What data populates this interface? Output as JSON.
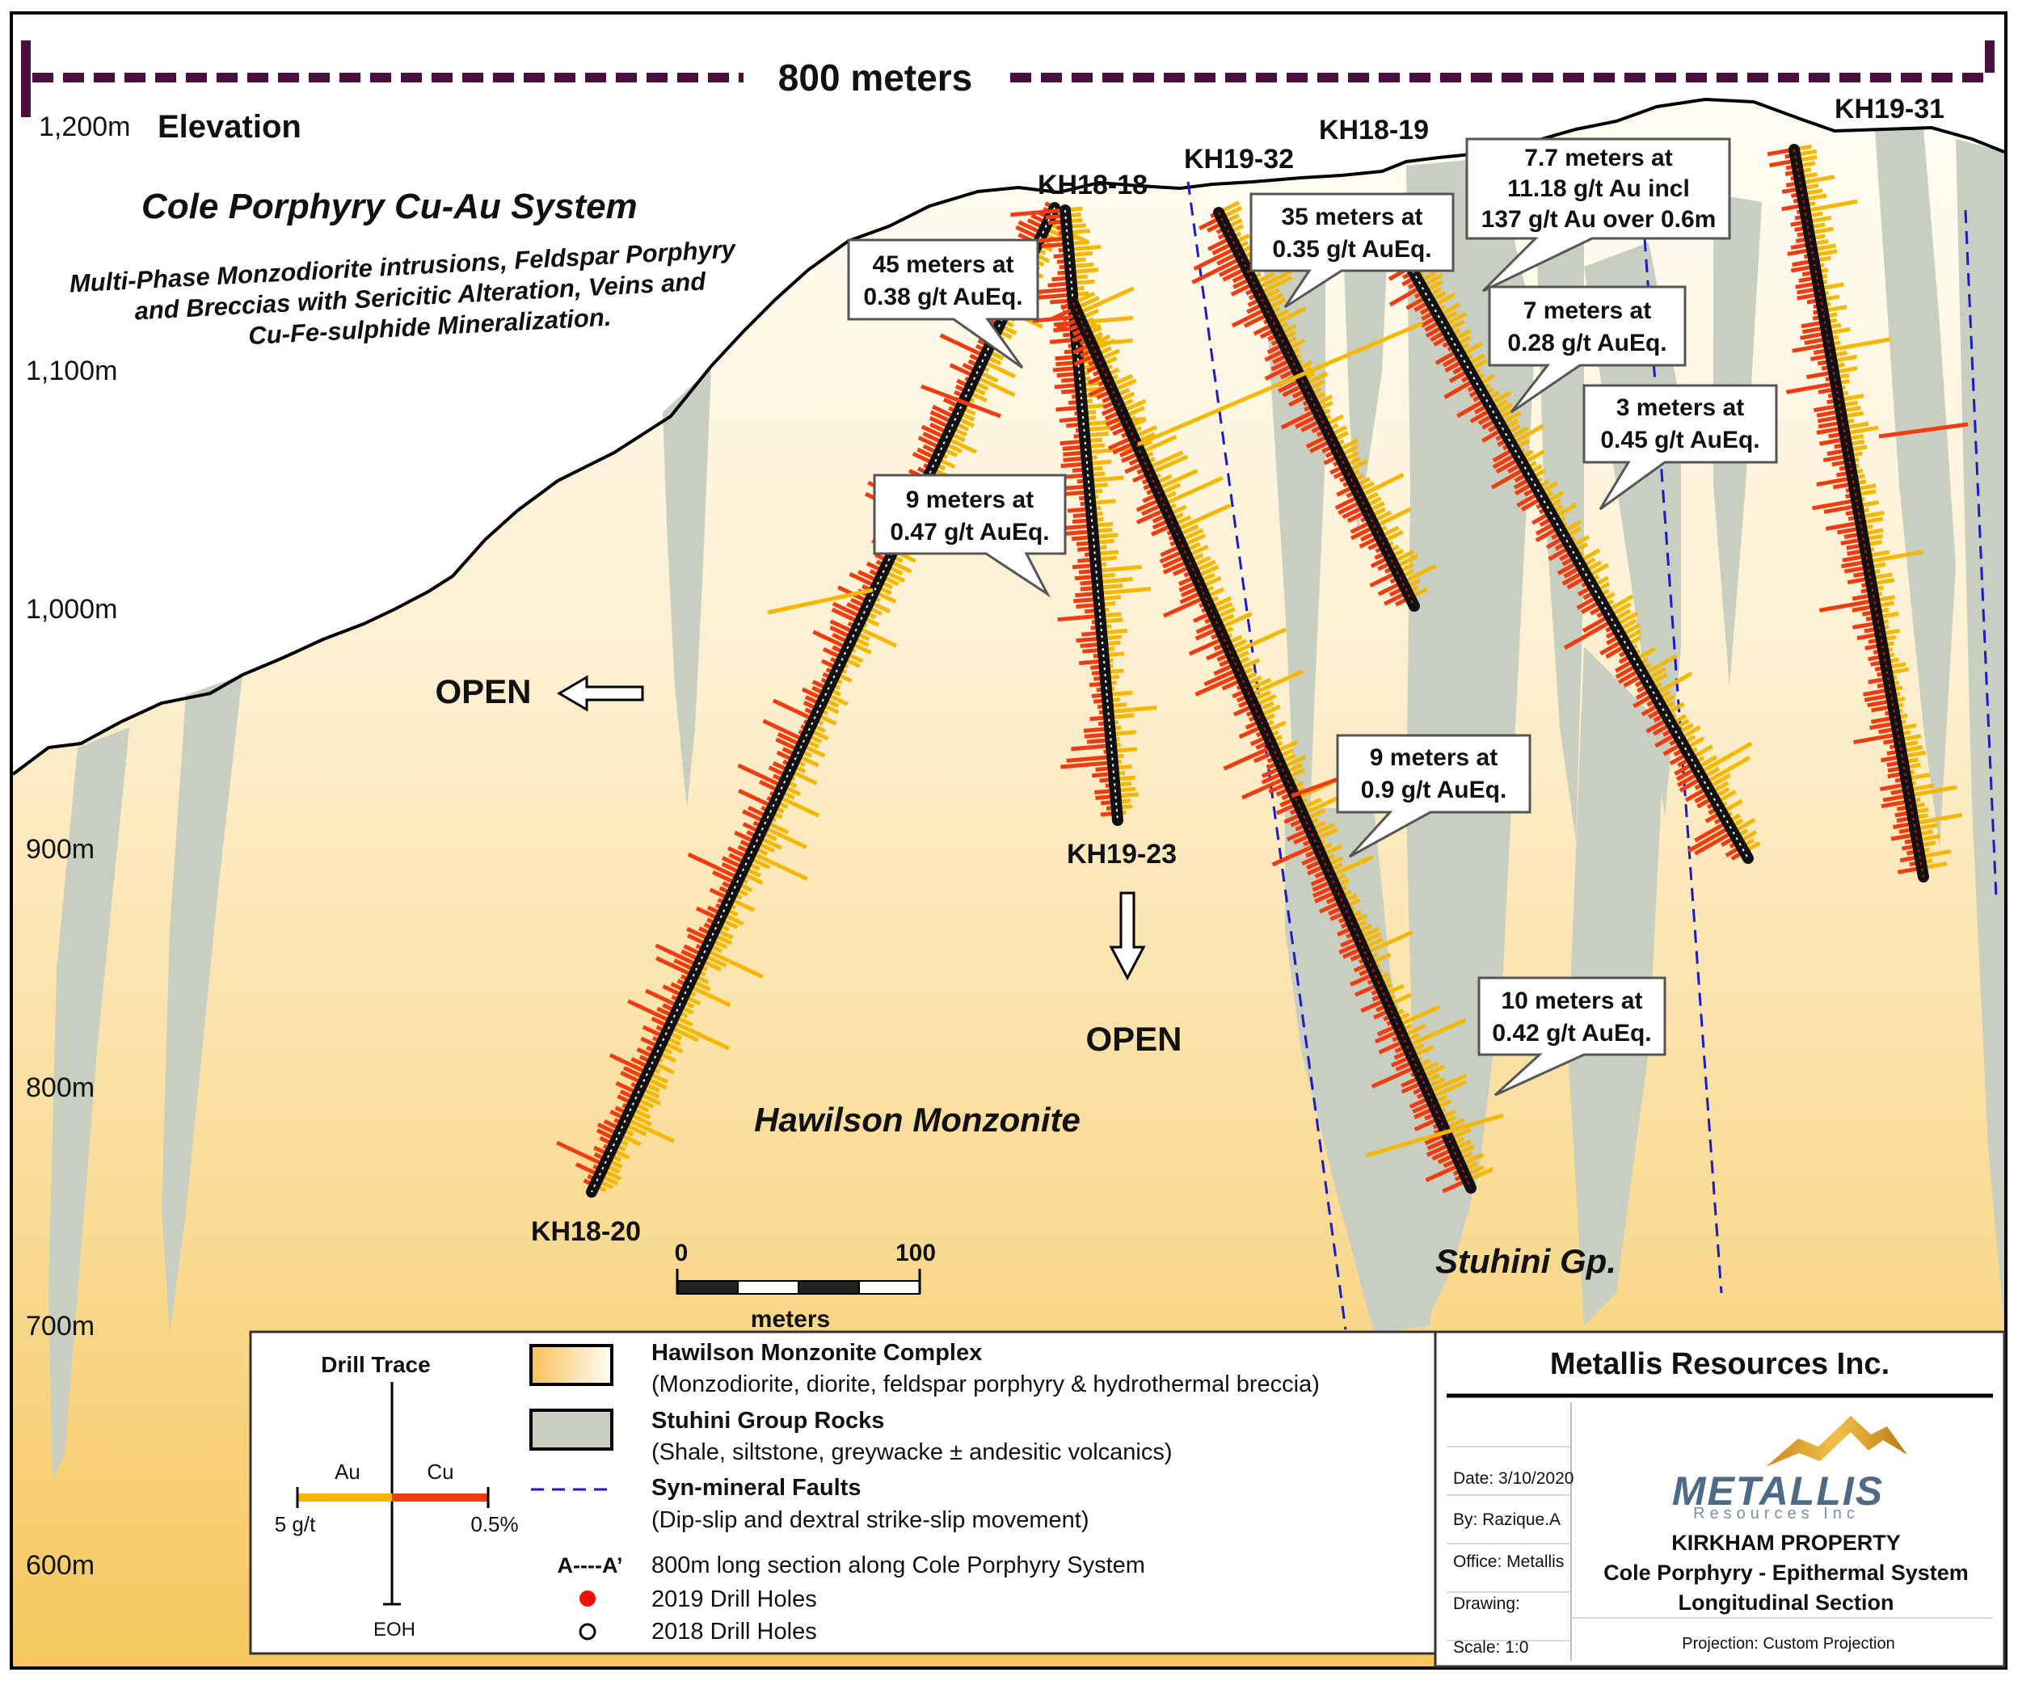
{
  "scale_bar_top": {
    "label": "800 meters"
  },
  "elevation": {
    "title": "Elevation",
    "ticks": [
      "1,200m",
      "1,100m",
      "1,000m",
      "900m",
      "800m",
      "700m",
      "600m"
    ]
  },
  "system": {
    "title": "Cole Porphyry Cu-Au System",
    "description": [
      "Multi-Phase Monzodiorite intrusions, Feldspar Porphyry",
      "and Breccias with Sericitic Alteration, Veins and",
      "Cu-Fe-sulphide Mineralization."
    ]
  },
  "units": {
    "hawilson": "Hawilson Monzonite",
    "stuhini": "Stuhini Gp."
  },
  "open_labels": [
    "OPEN",
    "OPEN"
  ],
  "drill_holes": [
    {
      "id": "KH18-20"
    },
    {
      "id": "KH18-18"
    },
    {
      "id": "KH19-23"
    },
    {
      "id": "KH19-32"
    },
    {
      "id": "KH18-19"
    },
    {
      "id": "KH19-31"
    }
  ],
  "callouts": [
    {
      "lines": [
        "45 meters at",
        "0.38 g/t AuEq."
      ]
    },
    {
      "lines": [
        "9 meters at",
        "0.47 g/t AuEq."
      ]
    },
    {
      "lines": [
        "35 meters at",
        "0.35 g/t AuEq."
      ]
    },
    {
      "lines": [
        "7.7 meters at",
        "11.18 g/t Au incl",
        "137 g/t Au over 0.6m"
      ]
    },
    {
      "lines": [
        "7 meters at",
        "0.28 g/t AuEq."
      ]
    },
    {
      "lines": [
        "3 meters at",
        "0.45 g/t AuEq."
      ]
    },
    {
      "lines": [
        "9 meters at",
        "0.9 g/t AuEq."
      ]
    },
    {
      "lines": [
        "10 meters at",
        "0.42 g/t AuEq."
      ]
    }
  ],
  "scale_bar": {
    "start": "0",
    "end": "100",
    "unit": "meters"
  },
  "legend": {
    "drill_trace_title": "Drill Trace",
    "au": "Au",
    "cu": "Cu",
    "au_value": "5 g/t",
    "cu_value": "0.5%",
    "eoh": "EOH",
    "items": [
      {
        "title": "Hawilson Monzonite Complex",
        "desc": "(Monzodiorite, diorite, feldspar porphyry & hydrothermal breccia)"
      },
      {
        "title": "Stuhini Group Rocks",
        "desc": "(Shale, siltstone, greywacke ± andesitic volcanics)"
      },
      {
        "title": "Syn-mineral Faults",
        "desc": "(Dip-slip and dextral strike-slip movement)"
      }
    ],
    "section_symbol": "A----A’",
    "section_text": "800m long section along Cole Porphyry System",
    "holes_2019": "2019 Drill Holes",
    "holes_2018": "2018 Drill Holes"
  },
  "title_block": {
    "company": "Metallis Resources Inc.",
    "logo_text": "METALLIS",
    "logo_sub": "Resources Inc",
    "date": "Date: 3/10/2020",
    "by": "By: Razique.A",
    "office": "Office: Metallis",
    "drawing": "Drawing:",
    "scale": "Scale: 1:0",
    "property": "KIRKHAM PROPERTY",
    "subtitle1": "Cole Porphyry - Epithermal System",
    "subtitle2": "Longitudinal Section",
    "projection": "Projection: Custom Projection"
  },
  "colors": {
    "au_trace": "#f5b800",
    "cu_trace": "#f03c10",
    "stuhini": "#c9cfc0",
    "fault": "#1a1acc",
    "frame_purple": "#4a1040"
  }
}
